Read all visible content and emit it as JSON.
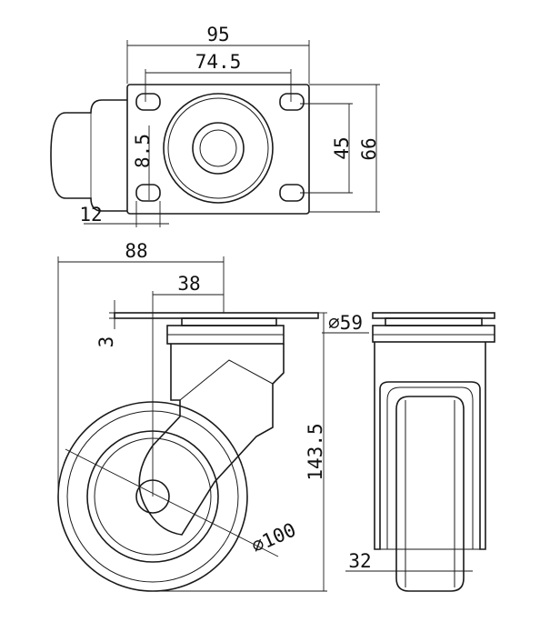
{
  "dimensions": {
    "plate_width": "95",
    "hole_spacing_x": "74.5",
    "plate_length": "66",
    "hole_spacing_y": "45",
    "slot_width": "8.5",
    "slot_length": "12",
    "swivel_offset": "88",
    "kingpin_offset": "38",
    "plate_thickness": "3",
    "overall_height": "143.5",
    "wheel_diameter": "⌀100",
    "raceway_diameter": "⌀59",
    "wheel_width": "32"
  },
  "colors": {
    "line": "#1a1a1a",
    "background": "#ffffff"
  }
}
